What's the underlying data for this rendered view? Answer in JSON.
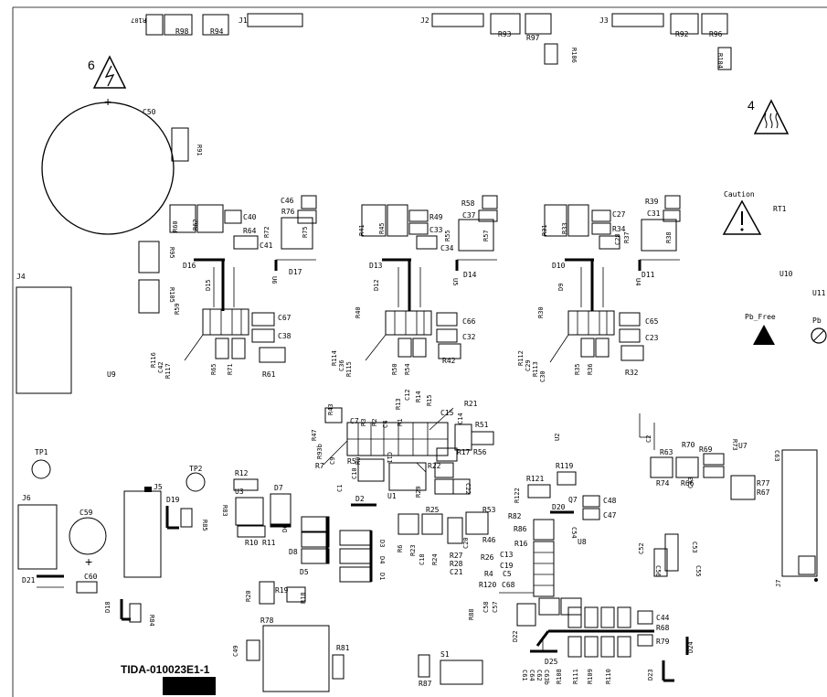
{
  "board": {
    "part_number": "TIDA-010023E1-1"
  },
  "markings": {
    "caution": "Caution",
    "pb_free": "Pb_Free",
    "pb": "Pb",
    "warn_hv_num": "6",
    "warn_hot_num": "4",
    "plus": "+"
  },
  "refs": {
    "top": [
      "R107",
      "R98",
      "R94",
      "J1",
      "J2",
      "R93",
      "R97",
      "R106",
      "J3",
      "R92",
      "R96",
      "R104"
    ],
    "caps_big": [
      "C50",
      "R91",
      "C59",
      "C60"
    ],
    "left": [
      "J4",
      "R95",
      "R105",
      "U9",
      "TP1",
      "TP2",
      "J6",
      "J5",
      "D19",
      "R85",
      "D21",
      "D18",
      "R84",
      "R12",
      "U3",
      "R83",
      "R10",
      "R11",
      "D7",
      "D2",
      "D6",
      "D8",
      "D5",
      "D3",
      "D4",
      "D1",
      "R20",
      "R19",
      "R18"
    ],
    "ch1": [
      "R60",
      "R62",
      "C40",
      "R64",
      "C41",
      "D16",
      "D15",
      "R59",
      "C46",
      "R76",
      "R72",
      "R75",
      "D17",
      "U6",
      "C67",
      "C38",
      "R116",
      "C42",
      "R117",
      "R65",
      "R71",
      "R61"
    ],
    "ch2": [
      "R41",
      "R45",
      "R49",
      "C33",
      "C34",
      "D13",
      "D12",
      "R40",
      "R58",
      "C37",
      "R55",
      "R57",
      "D14",
      "U5",
      "C66",
      "C32",
      "R114",
      "C36",
      "R115",
      "R50",
      "R54",
      "R42"
    ],
    "ch3": [
      "R31",
      "R33",
      "C27",
      "R34",
      "C28",
      "D10",
      "D9",
      "R30",
      "R39",
      "C31",
      "R37",
      "R38",
      "D11",
      "U4",
      "C65",
      "C23",
      "R112",
      "C29",
      "R113",
      "C30",
      "R35",
      "R36",
      "R32"
    ],
    "right": [
      "RT1",
      "U10",
      "U11",
      "U2",
      "C2",
      "R63",
      "R70",
      "R69",
      "R73",
      "U7",
      "C63",
      "R74",
      "R66",
      "C43",
      "R77",
      "R67",
      "J7",
      "C52",
      "C53",
      "C56",
      "C55"
    ],
    "center": [
      "R47",
      "R43",
      "R93b",
      "R3",
      "R2",
      "C4",
      "R13",
      "R1",
      "C12",
      "R14",
      "R15",
      "C7",
      "C15",
      "R21",
      "C14",
      "R51",
      "C9",
      "R9",
      "R5",
      "R7",
      "C1",
      "C10",
      "C11",
      "U1",
      "R17",
      "R56",
      "R22",
      "R29",
      "C22",
      "R25",
      "R53",
      "R6",
      "R23",
      "R24",
      "C18",
      "R27",
      "R28",
      "C21",
      "C20",
      "R46",
      "R82",
      "R122",
      "R121",
      "R119",
      "R86",
      "D20",
      "Q7",
      "C48",
      "C47",
      "R16",
      "C54",
      "U8",
      "R26",
      "C13",
      "C19",
      "C5",
      "R4",
      "R120",
      "C68",
      "R88",
      "C58",
      "C57",
      "D22",
      "D25",
      "C61",
      "C64",
      "C62",
      "C63b",
      "C44",
      "R68",
      "R79",
      "D24",
      "R108",
      "R111",
      "R109",
      "R110",
      "D23",
      "R78",
      "R81",
      "C49",
      "S1",
      "R87"
    ]
  }
}
